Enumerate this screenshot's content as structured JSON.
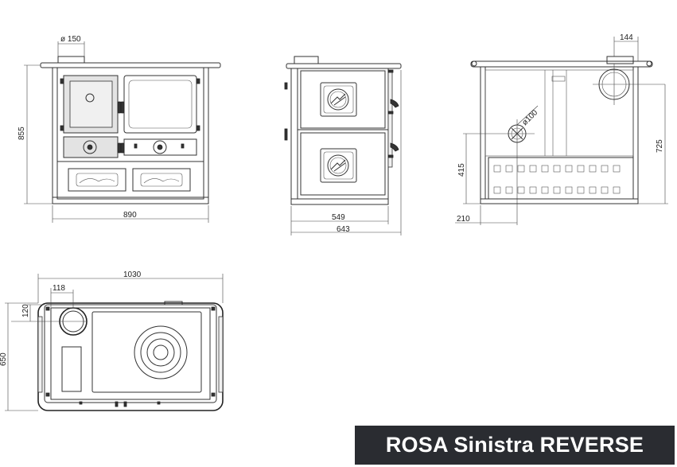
{
  "title": "ROSA Sinistra REVERSE",
  "colors": {
    "title_bar_bg": "#2a2c31",
    "title_text": "#ffffff",
    "line": "#333333"
  },
  "front_view": {
    "flue_label": "ø 150",
    "width": "890",
    "height": "855"
  },
  "side_view": {
    "depth_inner": "549",
    "depth_outer": "643"
  },
  "rear_view": {
    "flue_offset": "144",
    "flue_height": "725",
    "pipe_label": "ø100",
    "pipe_height": "415",
    "pipe_offset": "210"
  },
  "top_view": {
    "width": "1030",
    "flue_x": "118",
    "flue_y": "120",
    "depth": "650"
  }
}
